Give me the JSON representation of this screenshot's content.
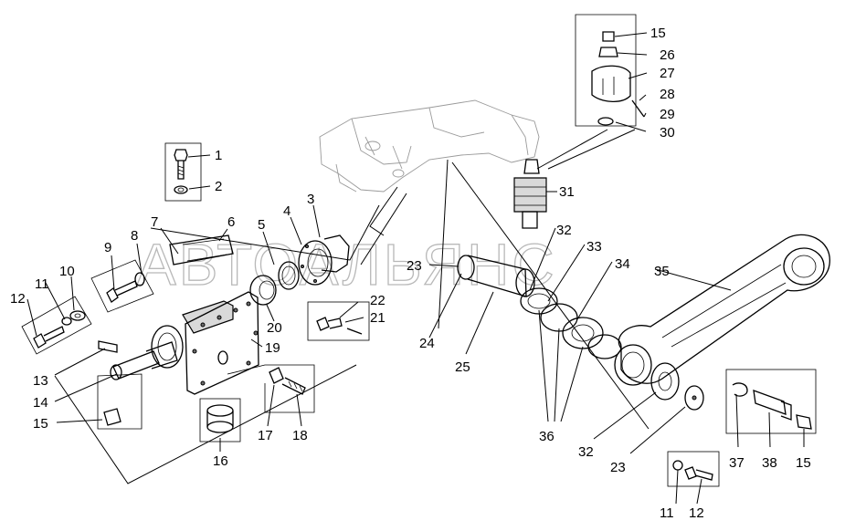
{
  "watermark": "АВТОАЛЬЯНС",
  "callouts": [
    {
      "id": "c1",
      "text": "1"
    },
    {
      "id": "c2",
      "text": "2"
    },
    {
      "id": "c3",
      "text": "3"
    },
    {
      "id": "c4",
      "text": "4"
    },
    {
      "id": "c5",
      "text": "5"
    },
    {
      "id": "c6",
      "text": "6"
    },
    {
      "id": "c7",
      "text": "7"
    },
    {
      "id": "c8",
      "text": "8"
    },
    {
      "id": "c9",
      "text": "9"
    },
    {
      "id": "c10",
      "text": "10"
    },
    {
      "id": "c11",
      "text": "11"
    },
    {
      "id": "c12",
      "text": "12"
    },
    {
      "id": "c13",
      "text": "13"
    },
    {
      "id": "c14",
      "text": "14"
    },
    {
      "id": "c15",
      "text": "15"
    },
    {
      "id": "c16",
      "text": "16"
    },
    {
      "id": "c17",
      "text": "17"
    },
    {
      "id": "c18",
      "text": "18"
    },
    {
      "id": "c19",
      "text": "19"
    },
    {
      "id": "c20",
      "text": "20"
    },
    {
      "id": "c21",
      "text": "21"
    },
    {
      "id": "c22",
      "text": "22"
    },
    {
      "id": "c23",
      "text": "23"
    },
    {
      "id": "c24",
      "text": "24"
    },
    {
      "id": "c25",
      "text": "25"
    },
    {
      "id": "c15b",
      "text": "15"
    },
    {
      "id": "c26",
      "text": "26"
    },
    {
      "id": "c27",
      "text": "27"
    },
    {
      "id": "c28",
      "text": "28"
    },
    {
      "id": "c29",
      "text": "29"
    },
    {
      "id": "c30",
      "text": "30"
    },
    {
      "id": "c31",
      "text": "31"
    },
    {
      "id": "c32",
      "text": "32"
    },
    {
      "id": "c33",
      "text": "33"
    },
    {
      "id": "c34",
      "text": "34"
    },
    {
      "id": "c35",
      "text": "35"
    },
    {
      "id": "c36",
      "text": "36"
    },
    {
      "id": "c32b",
      "text": "32"
    },
    {
      "id": "c23b",
      "text": "23"
    },
    {
      "id": "c37",
      "text": "37"
    },
    {
      "id": "c38",
      "text": "38"
    },
    {
      "id": "c15c",
      "text": "15"
    },
    {
      "id": "c11b",
      "text": "11"
    },
    {
      "id": "c12b",
      "text": "12"
    }
  ]
}
